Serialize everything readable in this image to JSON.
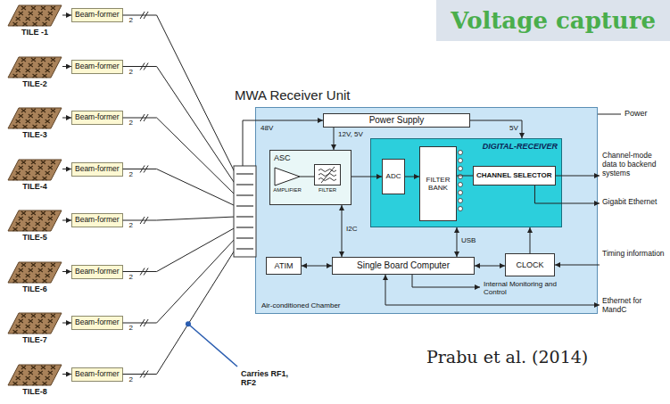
{
  "diagram": {
    "title": "Voltage capture",
    "nodes": [
      {
        "text": [
          "TILE -1"
        ]
      },
      {
        "text": [
          "TILE-2"
        ]
      },
      {
        "text": [
          "TILE-3"
        ]
      },
      {
        "text": [
          "TILE-4"
        ]
      },
      {
        "text": [
          "TILE-5"
        ]
      },
      {
        "text": [
          "TILE-6"
        ]
      },
      {
        "text": [
          "TILE-7"
        ]
      },
      {
        "text": [
          "TILE-8"
        ]
      },
      {
        "text": [
          "Beam-former"
        ]
      },
      {
        "text": [
          "Beam-former"
        ]
      },
      {
        "text": [
          "Beam-former"
        ]
      },
      {
        "text": [
          "Beam-former"
        ]
      },
      {
        "text": [
          "Beam-former"
        ]
      },
      {
        "text": [
          "Beam-former"
        ]
      },
      {
        "text": [
          "Beam-former"
        ]
      },
      {
        "text": [
          "Beam-former"
        ]
      },
      {
        "text": [
          "MWA Receiver Unit",
          "Air-conditioned Chamber"
        ]
      },
      {
        "text": [
          "Power Supply"
        ],
        "in": 16
      },
      {
        "text": [
          "ASC"
        ],
        "in": 16
      },
      {
        "text": [
          "AMPLIFIER"
        ],
        "in": 18
      },
      {
        "text": [
          "FILTER"
        ],
        "in": 18
      },
      {
        "text": [
          "DIGITAL-RECEIVER"
        ],
        "in": 16
      },
      {
        "text": [
          "ADC"
        ],
        "in": 21
      },
      {
        "text": [
          "FILTER BANK"
        ],
        "in": 21
      },
      {
        "text": [
          "CHANNEL SELECTOR"
        ],
        "in": 21
      },
      {
        "text": [
          "ATIM"
        ],
        "in": 16
      },
      {
        "text": [
          "Single Board Computer"
        ],
        "in": 16
      },
      {
        "text": [
          "CLOCK"
        ],
        "in": 16
      }
    ],
    "edges": [
      {
        "from": 0,
        "to": 8,
        "arrow": "to"
      },
      {
        "from": 1,
        "to": 9,
        "arrow": "to"
      },
      {
        "from": 2,
        "to": 10,
        "arrow": "to"
      },
      {
        "from": 3,
        "to": 11,
        "arrow": "to"
      },
      {
        "from": 4,
        "to": 12,
        "arrow": "to"
      },
      {
        "from": 5,
        "to": 13,
        "arrow": "to"
      },
      {
        "from": 6,
        "to": 14,
        "arrow": "to"
      },
      {
        "from": 7,
        "to": 15,
        "arrow": "to"
      },
      {
        "from": 8,
        "to": 16,
        "label": "2",
        "arrow": "none"
      },
      {
        "from": 9,
        "to": 16,
        "label": "2",
        "arrow": "none"
      },
      {
        "from": 10,
        "to": 16,
        "label": "2",
        "arrow": "none"
      },
      {
        "from": 11,
        "to": 16,
        "label": "2",
        "arrow": "none"
      },
      {
        "from": 12,
        "to": 16,
        "label": "2",
        "arrow": "none"
      },
      {
        "from": 13,
        "to": 16,
        "label": "2",
        "arrow": "none"
      },
      {
        "from": 14,
        "to": 16,
        "label": "2",
        "arrow": "none"
      },
      {
        "from": 15,
        "to": 16,
        "label": "2",
        "arrow": "none"
      },
      {
        "from": 17,
        "to": 18,
        "arrow": "to"
      },
      {
        "from": 17,
        "to": 21,
        "arrow": "to"
      },
      {
        "from": 19,
        "to": 20,
        "arrow": "none"
      },
      {
        "from": 18,
        "to": 22,
        "arrow": "to"
      },
      {
        "from": 22,
        "to": 23,
        "arrow": "to"
      },
      {
        "from": 23,
        "to": 24,
        "arrow": "none"
      },
      {
        "from": 26,
        "to": 18,
        "arrow": "both"
      },
      {
        "from": 25,
        "to": 26,
        "arrow": "both"
      },
      {
        "from": 26,
        "to": 21,
        "arrow": "both"
      },
      {
        "from": 27,
        "to": 21,
        "arrow": "to"
      },
      {
        "from": 26,
        "to": 27,
        "arrow": "both"
      }
    ],
    "labels": [
      "48V",
      "12V, 5V",
      "5V",
      "I2C",
      "USB",
      "Power",
      "Channel-mode data to backend systems",
      "Gigabit Ethernet",
      "Timing information",
      "Internal Monitoring and Control",
      "Ethernet for MandC",
      "Carries RF1, RF2",
      "Prabu et al. (2014)"
    ]
  }
}
